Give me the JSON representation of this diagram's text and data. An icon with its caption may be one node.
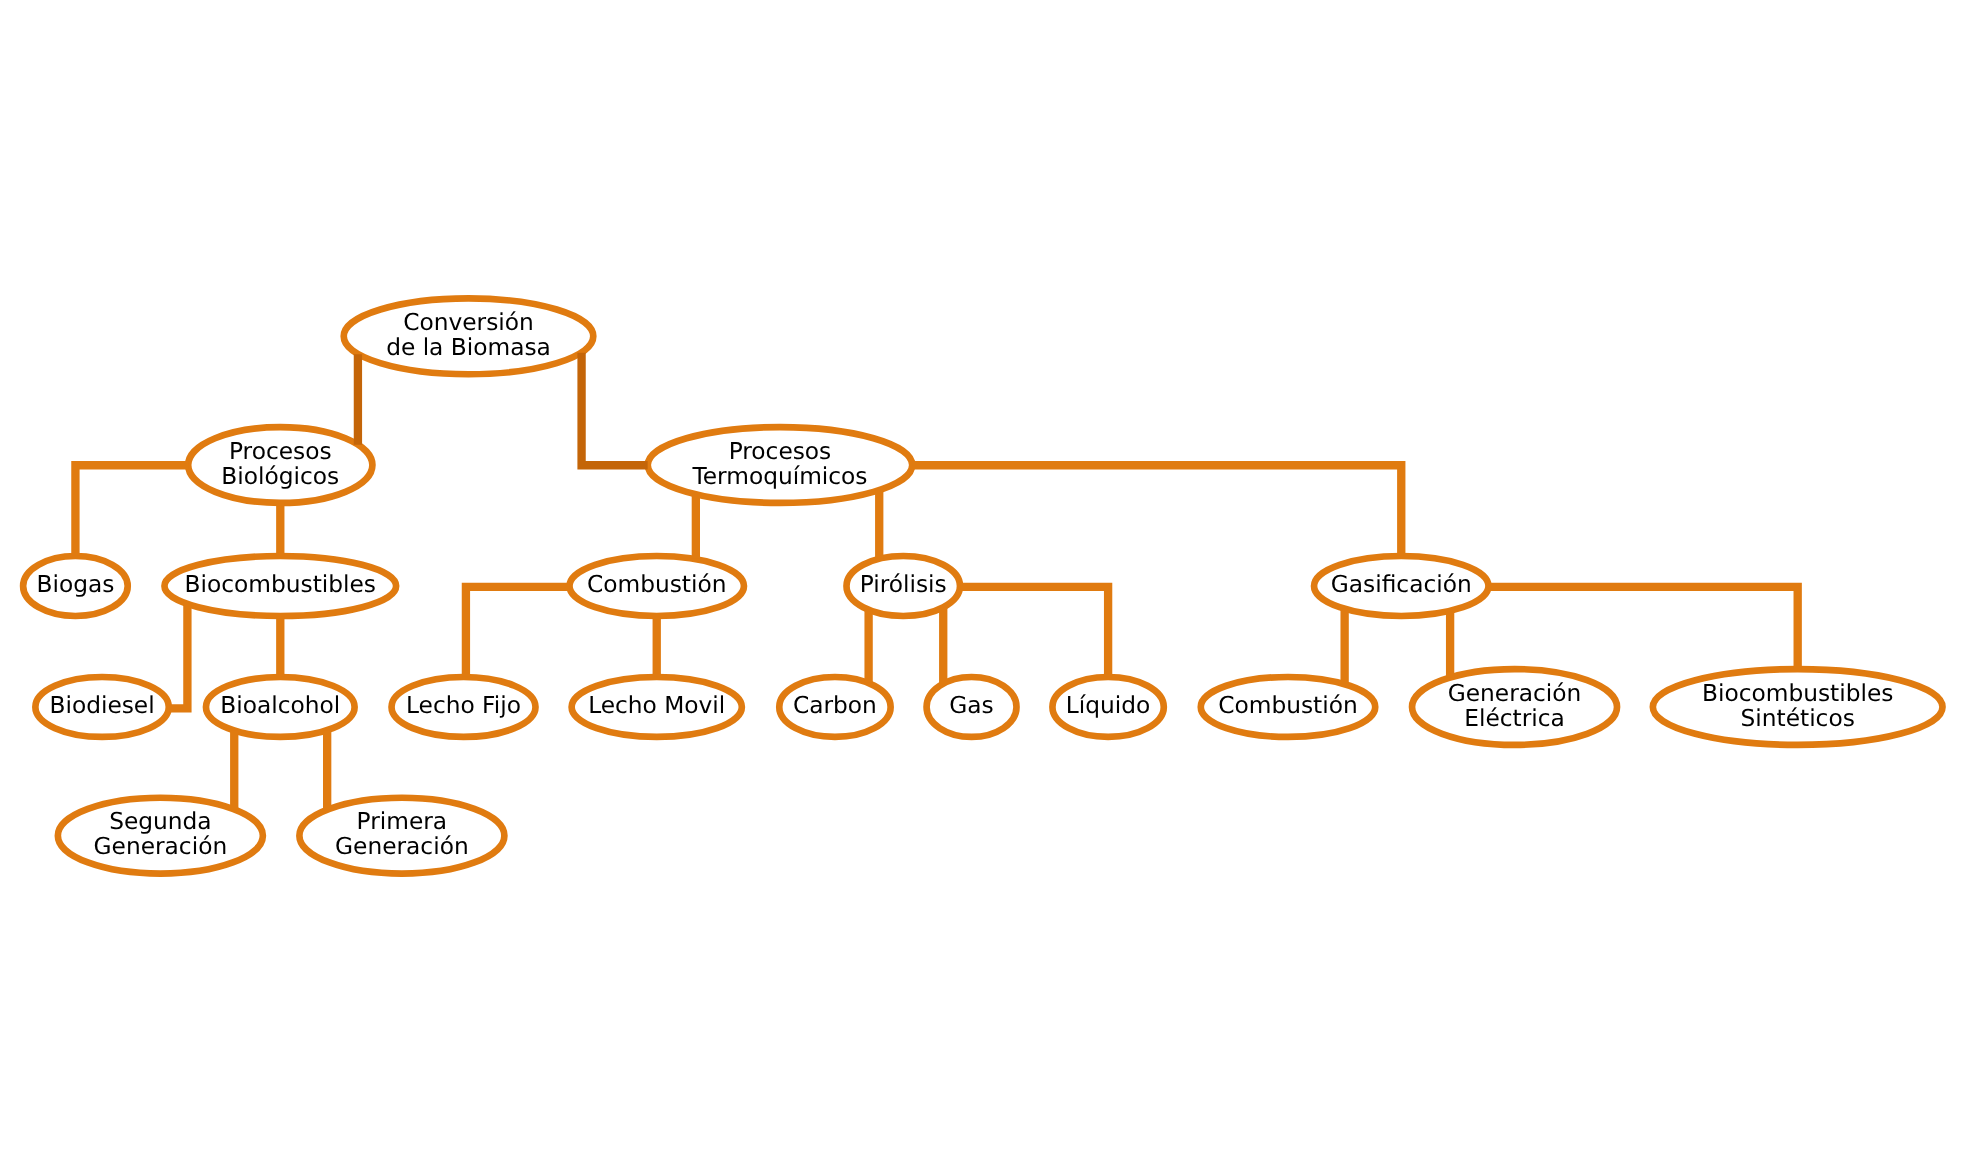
{
  "diagram": {
    "nodes": [
      {
        "text": [
          "Conversión de la Biomasa"
        ]
      },
      {
        "text": [
          "Procesos Biológicos"
        ]
      },
      {
        "text": [
          "Procesos Termoquímicos"
        ]
      },
      {
        "text": [
          "Biogas"
        ]
      },
      {
        "text": [
          "Biocombustibles"
        ]
      },
      {
        "text": [
          "Biodiesel"
        ]
      },
      {
        "text": [
          "Bioalcohol"
        ]
      },
      {
        "text": [
          "Segunda Generación"
        ]
      },
      {
        "text": [
          "Primera Generación"
        ]
      },
      {
        "text": [
          "Combustión"
        ]
      },
      {
        "text": [
          "Pirólisis"
        ]
      },
      {
        "text": [
          "Gasificación"
        ]
      },
      {
        "text": [
          "Lecho Fijo"
        ]
      },
      {
        "text": [
          "Lecho Movil"
        ]
      },
      {
        "text": [
          "Carbon"
        ]
      },
      {
        "text": [
          "Gas"
        ]
      },
      {
        "text": [
          "Líquido"
        ]
      },
      {
        "text": [
          "Combustión"
        ]
      },
      {
        "text": [
          "Generación Eléctrica"
        ]
      },
      {
        "text": [
          "Biocombustibles Sintéticos"
        ]
      }
    ],
    "edges": [
      {
        "from": 0,
        "to": 1,
        "arrow": "none",
        "color": "#c46508"
      },
      {
        "from": 0,
        "to": 2,
        "arrow": "none",
        "color": "#c46508"
      },
      {
        "from": 1,
        "to": 3,
        "arrow": "none"
      },
      {
        "from": 1,
        "to": 4,
        "arrow": "none"
      },
      {
        "from": 4,
        "to": 5,
        "arrow": "none"
      },
      {
        "from": 4,
        "to": 6,
        "arrow": "none"
      },
      {
        "from": 6,
        "to": 7,
        "arrow": "none"
      },
      {
        "from": 6,
        "to": 8,
        "arrow": "none"
      },
      {
        "from": 2,
        "to": 9,
        "arrow": "none"
      },
      {
        "from": 2,
        "to": 10,
        "arrow": "none"
      },
      {
        "from": 2,
        "to": 11,
        "arrow": "none"
      },
      {
        "from": 9,
        "to": 12,
        "arrow": "none"
      },
      {
        "from": 9,
        "to": 13,
        "arrow": "none"
      },
      {
        "from": 10,
        "to": 14,
        "arrow": "none"
      },
      {
        "from": 10,
        "to": 15,
        "arrow": "none"
      },
      {
        "from": 10,
        "to": 16,
        "arrow": "none"
      },
      {
        "from": 11,
        "to": 17,
        "arrow": "none"
      },
      {
        "from": 11,
        "to": 18,
        "arrow": "none"
      },
      {
        "from": 11,
        "to": 19,
        "arrow": "none"
      }
    ]
  }
}
